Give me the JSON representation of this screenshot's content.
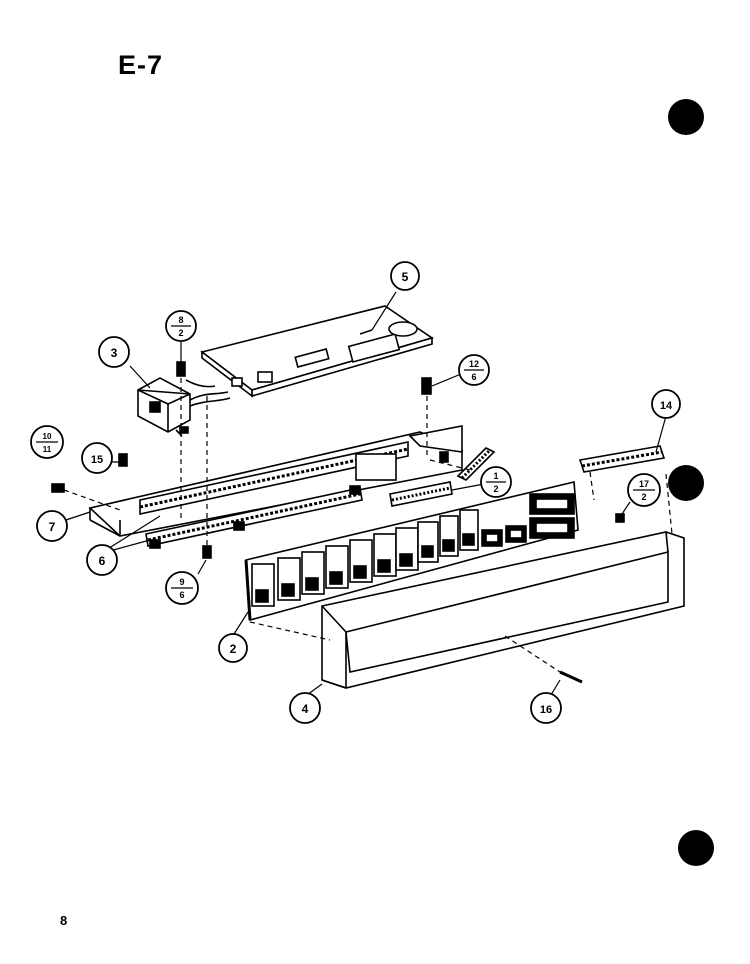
{
  "page": {
    "title": "E-7",
    "page_number": "8"
  },
  "callouts": [
    {
      "id": "c5",
      "top": "5"
    },
    {
      "id": "c8a",
      "top": "8",
      "bottom": "2"
    },
    {
      "id": "c3",
      "top": "3"
    },
    {
      "id": "c12",
      "top": "12",
      "bottom": "6"
    },
    {
      "id": "c14",
      "top": "14"
    },
    {
      "id": "c10",
      "top": "10",
      "bottom": "11"
    },
    {
      "id": "c15",
      "top": "15"
    },
    {
      "id": "c1",
      "top": "1",
      "bottom": "2"
    },
    {
      "id": "c17",
      "top": "17",
      "bottom": "2"
    },
    {
      "id": "c7",
      "top": "7"
    },
    {
      "id": "c6",
      "top": "6"
    },
    {
      "id": "c9",
      "top": "9",
      "bottom": "6"
    },
    {
      "id": "c2",
      "top": "2"
    },
    {
      "id": "c4",
      "top": "4"
    },
    {
      "id": "c16",
      "top": "16"
    }
  ]
}
